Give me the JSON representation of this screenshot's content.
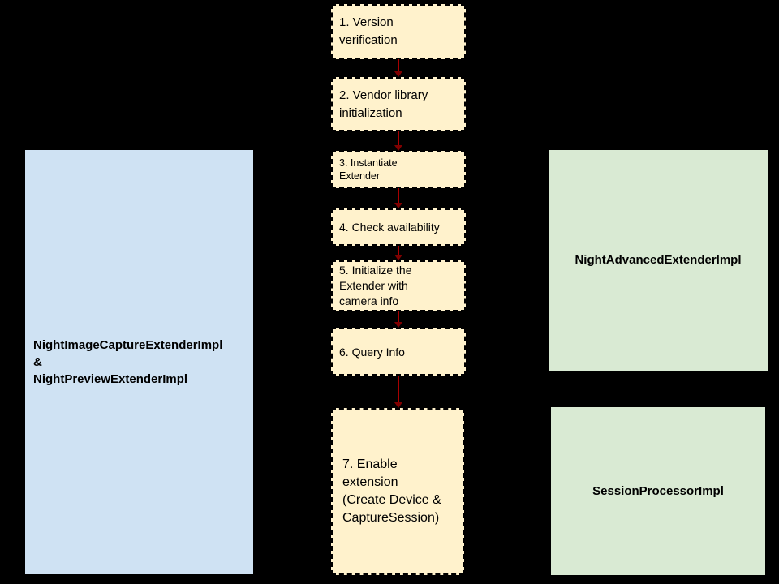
{
  "diagram": {
    "left_panel": {
      "label": "NightImageCaptureExtenderImpl\n&\nNightPreviewExtenderImpl"
    },
    "steps": [
      {
        "label": "1. Version\nverification"
      },
      {
        "label": "2. Vendor library\ninitialization"
      },
      {
        "label": "3. Instantiate\nExtender"
      },
      {
        "label": "4. Check availability"
      },
      {
        "label": "5. Initialize the\nExtender with\ncamera info"
      },
      {
        "label": "6. Query Info"
      },
      {
        "label": "7. Enable\nextension\n(Create Device &\nCaptureSession)"
      }
    ],
    "right_panels": [
      {
        "label": "NightAdvancedExtenderImpl"
      },
      {
        "label": "SessionProcessorImpl"
      }
    ],
    "colors": {
      "background": "#000000",
      "step_fill": "#fff2cc",
      "step_border": "#000000",
      "arrow": "#a80000",
      "arrow_head": "#800000",
      "left_panel_fill": "#cfe2f3",
      "right_panel_fill": "#d9ead3",
      "text": "#000000"
    }
  }
}
